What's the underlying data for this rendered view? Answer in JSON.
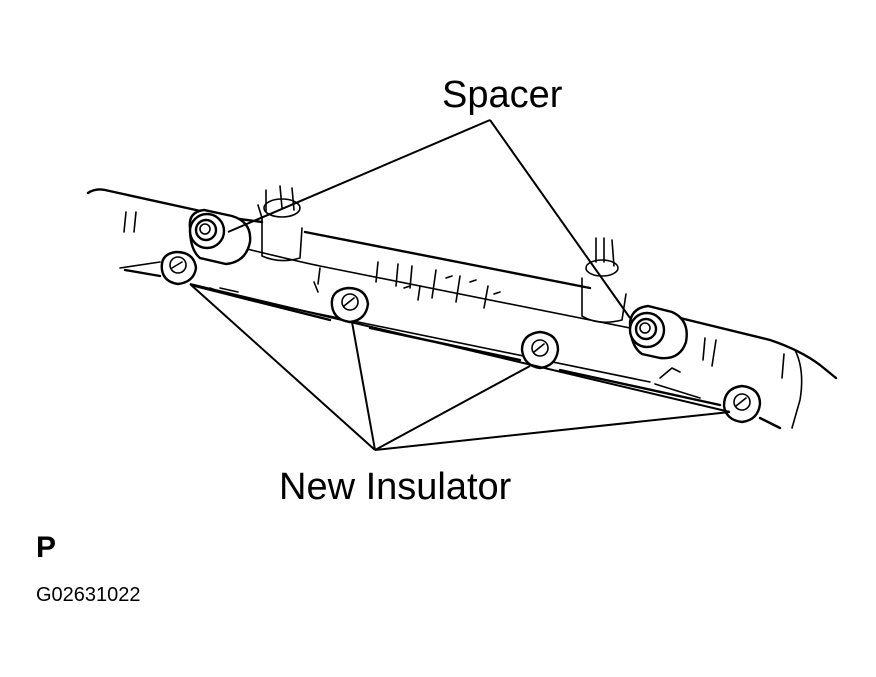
{
  "labels": {
    "spacer": "Spacer",
    "new_insulator": "New Insulator",
    "view_letter": "P",
    "figure_code": "G02631022"
  },
  "icons": {
    "spacer_parts": "spacer-icon",
    "insulator_parts": "insulator-icon",
    "fuel_rail": "fuel-rail-icon"
  },
  "colors": {
    "ink": "#000000",
    "paper": "#ffffff"
  }
}
